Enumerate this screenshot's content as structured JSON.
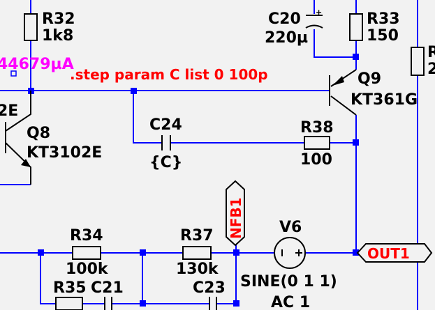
{
  "directive": ".step param C list 0 100p",
  "probe_readout": "44679µA",
  "components": {
    "r32": {
      "ref": "R32",
      "value": "1k8"
    },
    "c20": {
      "ref": "C20",
      "value": "220µ"
    },
    "r33": {
      "ref": "R33",
      "value": "150"
    },
    "r_edge": {
      "ref": "R",
      "value": "2"
    },
    "q8": {
      "ref": "Q8",
      "value": "KT3102E",
      "partial": "2E"
    },
    "q9": {
      "ref": "Q9",
      "value": "KT361G"
    },
    "c24": {
      "ref": "C24",
      "value": "{C}"
    },
    "r38": {
      "ref": "R38",
      "value": "100"
    },
    "r34": {
      "ref": "R34",
      "value": "100k"
    },
    "r37": {
      "ref": "R37",
      "value": "130k"
    },
    "r35": {
      "ref": "R35"
    },
    "c21": {
      "ref": "C21"
    },
    "c23": {
      "ref": "C23"
    },
    "v6": {
      "ref": "V6",
      "value": "SINE(0 1 1)",
      "ac": "AC 1"
    }
  },
  "net_labels": {
    "nfb1": "NFB1",
    "out1": "OUT1"
  },
  "colors": {
    "background": "#f2f2f2",
    "wire": "#0000ff",
    "component": "#000000",
    "directive": "#ff0000",
    "probe": "#ff00ff",
    "netlabel_fill": "#f2f2f2"
  }
}
